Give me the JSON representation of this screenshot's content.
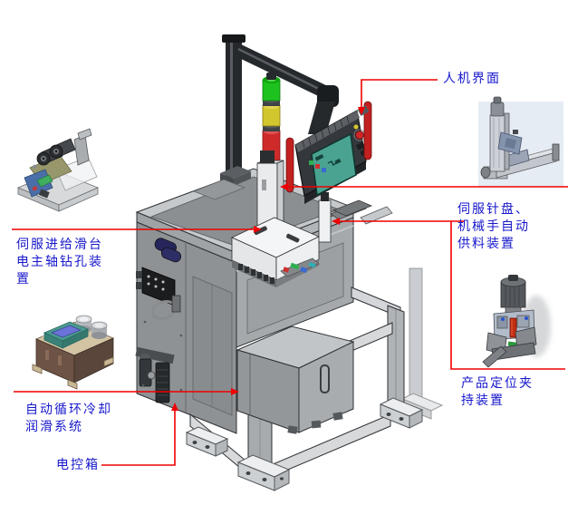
{
  "figure_type": "equipment-callout-diagram",
  "colors": {
    "background": "#ffffff",
    "label_text": "#1717cc",
    "leader_line": "#ee0000",
    "signal_green": "#1ec21e",
    "signal_yellow": "#d2c62e",
    "signal_red": "#cf2a2a",
    "hmi_screen": "#4aa391",
    "hmi_handle_red": "#c22020"
  },
  "callouts": [
    {
      "id": "hmi",
      "lines": [
        "人机界面"
      ]
    },
    {
      "id": "servo-feeder",
      "lines": [
        "伺服针盘、",
        "机械手自动",
        "供料装置"
      ]
    },
    {
      "id": "product-clamp",
      "lines": [
        "产品定位夹",
        "持装置"
      ]
    },
    {
      "id": "spindle-drill",
      "lines": [
        "伺服进给滑台",
        "电主轴钻孔装",
        "置"
      ]
    },
    {
      "id": "coolant",
      "lines": [
        "自动循环冷却",
        "润滑系统"
      ]
    },
    {
      "id": "control-box",
      "lines": [
        "电控箱"
      ]
    }
  ],
  "machine_parts": [
    "signal-tower-light",
    "hmi-touch-panel",
    "emergency-stop-button",
    "spindle-drill-cover",
    "feeder-column",
    "rotary-plate-devices",
    "coolant-tank",
    "air-filter-unit",
    "valve-manifold",
    "door-latch",
    "base-frame",
    "leveling-feet"
  ],
  "thumbnails": [
    "spindle-slide-unit",
    "pick-and-place-slide-unit",
    "clamp-unit",
    "lubrication-tank"
  ]
}
